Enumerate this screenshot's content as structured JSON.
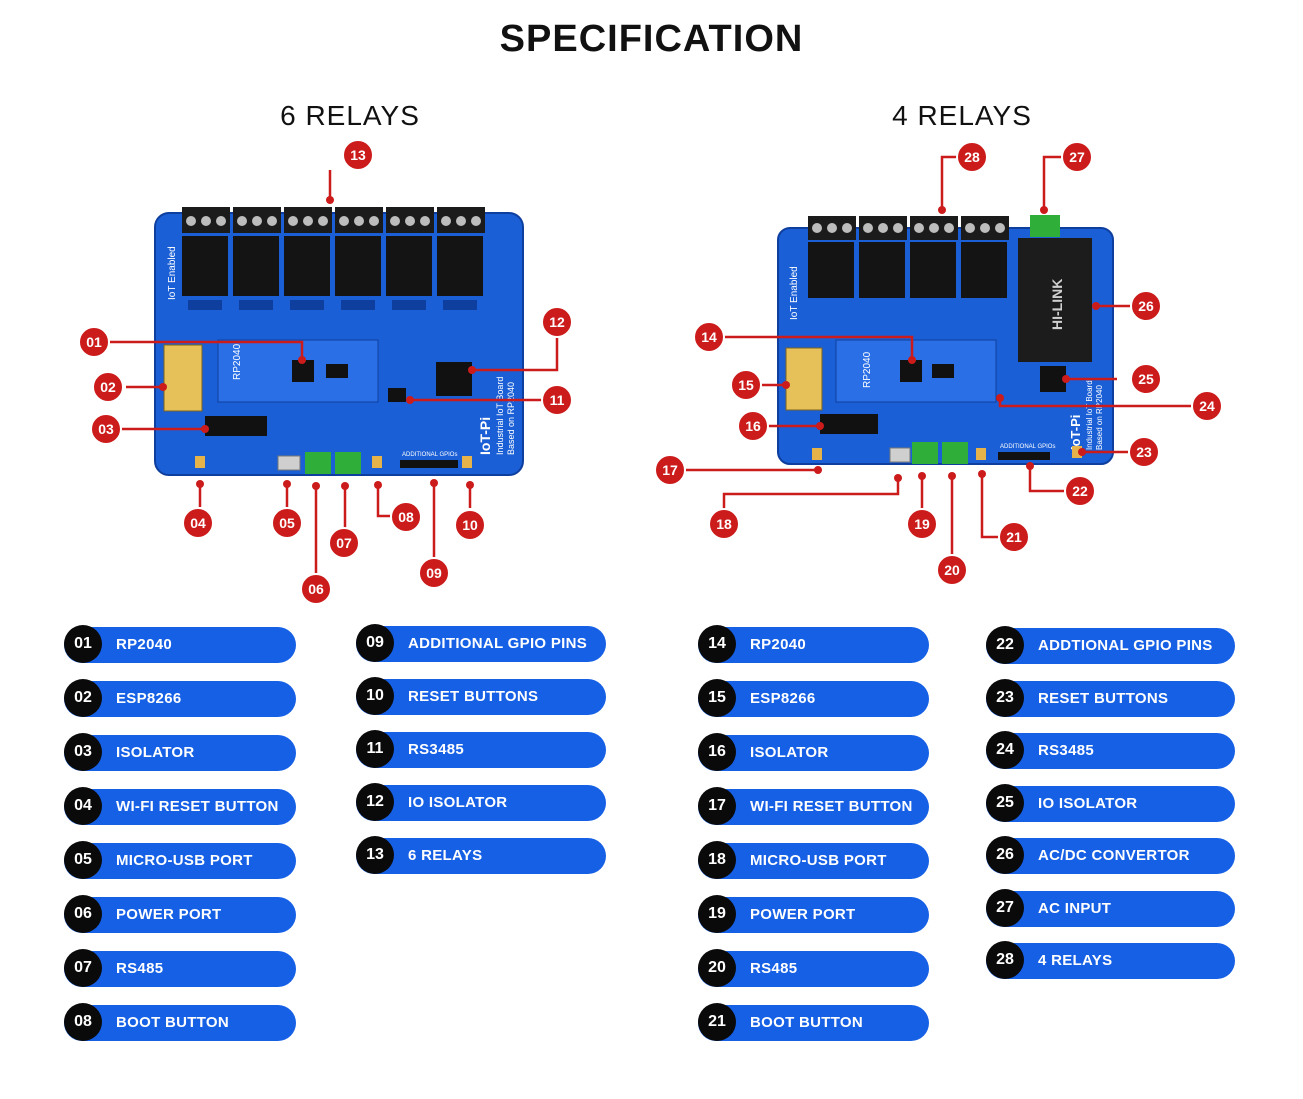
{
  "title": "SPECIFICATION",
  "six_relays": {
    "heading": "6 RELAYS",
    "board_text": {
      "iot_enabled": "IoT Enabled",
      "chip": "RP2040",
      "brand": "IoT-Pi",
      "line1": "Industrial IoT Board",
      "line2": "Based on RP2040",
      "gpio": "ADDITIONAL GPIOs"
    },
    "callouts": [
      "13",
      "01",
      "02",
      "03",
      "12",
      "11",
      "04",
      "05",
      "06",
      "07",
      "08",
      "09",
      "10"
    ]
  },
  "four_relays": {
    "heading": "4 RELAYS",
    "board_text": {
      "iot_enabled": "IoT Enabled",
      "chip": "RP2040",
      "brand": "IoT-Pi",
      "line1": "Industrial IoT Board",
      "line2": "Based on RP2040",
      "gpio": "ADDITIONAL GPIOs",
      "module": "HI-LINK"
    },
    "callouts": [
      "28",
      "27",
      "26",
      "14",
      "15",
      "16",
      "25",
      "24",
      "23",
      "17",
      "18",
      "19",
      "20",
      "21",
      "22"
    ]
  },
  "legend_left_a": [
    {
      "num": "01",
      "label": "RP2040"
    },
    {
      "num": "02",
      "label": "ESP8266"
    },
    {
      "num": "03",
      "label": "ISOLATOR"
    },
    {
      "num": "04",
      "label": "WI-FI RESET BUTTON"
    },
    {
      "num": "05",
      "label": "MICRO-USB PORT"
    },
    {
      "num": "06",
      "label": "POWER PORT"
    },
    {
      "num": "07",
      "label": "RS485"
    },
    {
      "num": "08",
      "label": "BOOT BUTTON"
    }
  ],
  "legend_left_b": [
    {
      "num": "09",
      "label": "ADDITIONAL GPIO PINS"
    },
    {
      "num": "10",
      "label": "RESET BUTTONS"
    },
    {
      "num": "11",
      "label": "RS3485"
    },
    {
      "num": "12",
      "label": "IO ISOLATOR"
    },
    {
      "num": "13",
      "label": "6 RELAYS"
    }
  ],
  "legend_right_a": [
    {
      "num": "14",
      "label": "RP2040"
    },
    {
      "num": "15",
      "label": "ESP8266"
    },
    {
      "num": "16",
      "label": "ISOLATOR"
    },
    {
      "num": "17",
      "label": "WI-FI RESET BUTTON"
    },
    {
      "num": "18",
      "label": "MICRO-USB PORT"
    },
    {
      "num": "19",
      "label": "POWER PORT"
    },
    {
      "num": "20",
      "label": "RS485"
    },
    {
      "num": "21",
      "label": "BOOT BUTTON"
    }
  ],
  "legend_right_b": [
    {
      "num": "22",
      "label": "ADDTIONAL GPIO PINS"
    },
    {
      "num": "23",
      "label": "RESET BUTTONS"
    },
    {
      "num": "24",
      "label": "RS3485"
    },
    {
      "num": "25",
      "label": "IO ISOLATOR"
    },
    {
      "num": "26",
      "label": "AC/DC CONVERTOR"
    },
    {
      "num": "27",
      "label": "AC INPUT"
    },
    {
      "num": "28",
      "label": "4 RELAYS"
    }
  ],
  "colors": {
    "board": "#1a5fd6",
    "pill": "#1660e6",
    "callout": "#cc1b1b",
    "relay": "#1b1b1b",
    "terminal_green": "#2fae3a"
  }
}
